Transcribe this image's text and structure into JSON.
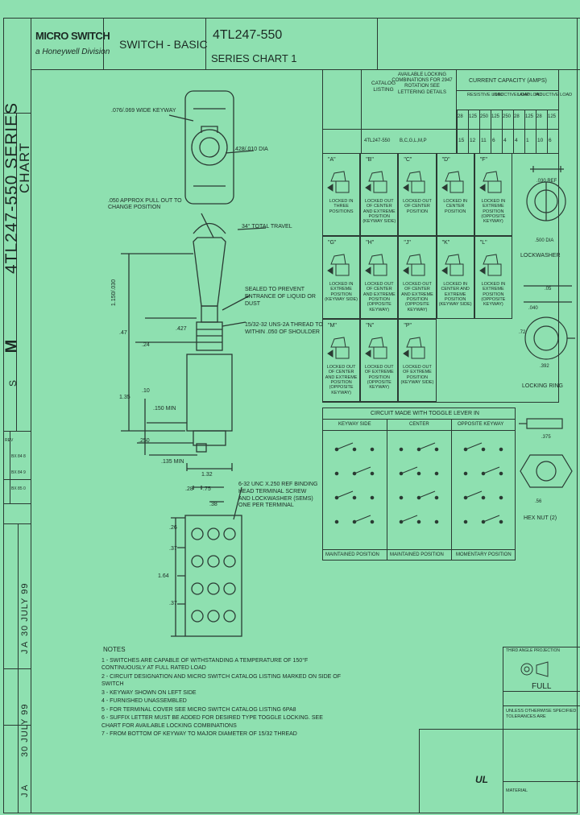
{
  "title_block": {
    "company": "MICRO SWITCH",
    "division": "a Honeywell Division",
    "sheet_title": "SWITCH - BASIC",
    "part_number": "4TL247-550",
    "series_chart": "SERIES CHART 1"
  },
  "left_border": {
    "series_text": "4TL247-550 SERIES",
    "chart_text": "CHART",
    "rev_date_1": "30 JULY 99",
    "rev_date_2": "30 JULY 99",
    "initials_1": "J A",
    "initials_2": "J A"
  },
  "dimensions": {
    "keyway": ".076/.069 WIDE KEYWAY",
    "dia": ".428/.010 DIA",
    "pullout": ".050 APPROX PULL OUT TO CHANGE POSITION",
    "travel": "34° TOTAL TRAVEL",
    "height": "1.150/.030",
    "sealed": "SEALED TO PREVENT ENTRANCE OF LIQUID OR DUST",
    "thread": "15/32-32 UNS-2A THREAD TO WITHIN .050 OF SHOULDER",
    "d47": ".47",
    "d427": ".427",
    "d24": ".24",
    "d135": "1.35",
    "d10": ".10",
    "d150min": ".150 MIN",
    "d250": ".250",
    "d135min": ".135 MIN",
    "d132": "1.32",
    "d28": ".28",
    "d75": ".75",
    "d38": ".38",
    "terminal": "6-32 UNC X.250 REF BINDING HEAD TERMINAL SCREW AND LOCKWASHER (SEMS) ONE PER TERMINAL",
    "d26": ".26",
    "d37a": ".37",
    "d164": "1.64",
    "d37b": ".37"
  },
  "catalog_table": {
    "col_catalog": "CATALOG LISTING",
    "col_locking": "AVAILABLE LOCKING COMBINATIONS FOR 2947 ROTATION SEE LETTERING DETAILS",
    "col_current": "CURRENT CAPACITY (AMPS)",
    "sub_resistive": "RESISTIVE LOAD",
    "sub_inductive": "INDUCTIVE LOAD",
    "sub_lamp": "LAMP LOAD",
    "sub_inductive2": "INDUCTIVE LOAD",
    "volts": [
      "28",
      "125",
      "250",
      "125",
      "250",
      "28",
      "125",
      "28",
      "125"
    ],
    "row_part": "4TL247-550",
    "row_letters": "B,C,G,L,M,P",
    "row_values": [
      "15",
      "12",
      "11",
      "6",
      "4",
      "4",
      "1",
      "10",
      "6"
    ]
  },
  "lock_cells": [
    {
      "letter": "A",
      "text": "LOCKED IN THREE POSITIONS"
    },
    {
      "letter": "B",
      "text": "LOCKED OUT OF CENTER AND EXTREME POSITION (KEYWAY SIDE)"
    },
    {
      "letter": "C",
      "text": "LOCKED OUT OF CENTER POSITION"
    },
    {
      "letter": "D",
      "text": "LOCKED IN CENTER POSITION"
    },
    {
      "letter": "F",
      "text": "LOCKED IN EXTREME POSITION (OPPOSITE KEYWAY)"
    },
    {
      "letter": "G",
      "text": "LOCKED IN EXTREME POSITION (KEYWAY SIDE)"
    },
    {
      "letter": "H",
      "text": "LOCKED OUT OF CENTER AND EXTREME POSITION (OPPOSITE KEYWAY)"
    },
    {
      "letter": "J",
      "text": "LOCKED OUT OF CENTER AND EXTREME POSITION (OPPOSITE KEYWAY)"
    },
    {
      "letter": "K",
      "text": "LOCKED IN CENTER AND EXTREME POSITION (KEYWAY SIDE)"
    },
    {
      "letter": "L",
      "text": "LOCKED IN EXTREME POSITION (OPPOSITE KEYWAY)"
    },
    {
      "letter": "M",
      "text": "LOCKED OUT OF CENTER AND EXTREME POSITION (OPPOSITE KEYWAY)"
    },
    {
      "letter": "N",
      "text": "LOCKED OUT OF EXTREME POSITION (OPPOSITE KEYWAY)"
    },
    {
      "letter": "P",
      "text": "LOCKED OUT OF EXTREME POSITION (KEYWAY SIDE)"
    }
  ],
  "lockwasher": {
    "ref": ".030 REF",
    "dim": ".500 DIA",
    "label": "LOCKWASHER",
    "d05": ".05",
    "d040": ".040",
    "d72": ".72",
    "d392": ".392",
    "ring_label": "LOCKING RING"
  },
  "hexnut": {
    "d375": ".375",
    "d56": ".56",
    "label": "HEX NUT (2)"
  },
  "circuit": {
    "header": "CIRCUIT MADE WITH TOGGLE LEVER IN",
    "cols": [
      "KEYWAY SIDE",
      "CENTER",
      "OPPOSITE KEYWAY"
    ],
    "footers": [
      "MAINTAINED POSITION",
      "MAINTAINED POSITION",
      "MOMENTARY POSITION"
    ]
  },
  "notes": {
    "heading": "NOTES",
    "items": [
      "1 - SWITCHES ARE CAPABLE OF WITHSTANDING A TEMPERATURE OF 150°F CONTINUOUSLY AT FULL RATED LOAD",
      "2 - CIRCUIT DESIGNATION AND MICRO SWITCH CATALOG LISTING MARKED ON SIDE OF SWITCH",
      "3 - KEYWAY SHOWN ON LEFT SIDE",
      "4 - FURNISHED UNASSEMBLED",
      "5 - FOR TERMINAL COVER SEE MICRO SWITCH CATALOG LISTING 6PA8",
      "6 - SUFFIX LETTER MUST BE ADDED FOR DESIRED TYPE TOGGLE LOCKING. SEE CHART FOR AVAILABLE LOCKING COMBINATIONS",
      "7 - FROM BOTTOM OF KEYWAY TO MAJOR DIAMETER OF 15/32 THREAD"
    ]
  },
  "right_block": {
    "scale": "FULL",
    "projection": "THIRD ANGLE PROJECTION",
    "tolerance_head": "UNLESS OTHERWISE SPECIFIED TOLERANCES ARE",
    "material": "MATERIAL",
    "ul": "UL"
  },
  "revisions": {
    "header": "REV",
    "rows": [
      "BX 84 8",
      "BX 84 9",
      "BX 85 0"
    ]
  }
}
